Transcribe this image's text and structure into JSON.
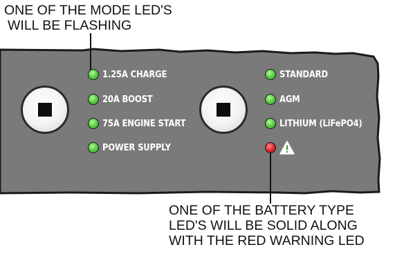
{
  "callouts": {
    "mode": [
      "ONE OF THE MODE LED'S",
      "WILL BE FLASHING"
    ],
    "battery": [
      "ONE OF THE BATTERY TYPE",
      "LED'S WILL BE SOLID ALONG",
      "WITH THE RED WARNING LED"
    ]
  },
  "mode_leds": [
    {
      "label": "1.25A CHARGE",
      "color": "#4cc63c"
    },
    {
      "label": "20A BOOST",
      "color": "#4cc63c"
    },
    {
      "label": "75A ENGINE START",
      "color": "#4cc63c"
    },
    {
      "label": "POWER SUPPLY",
      "color": "#4cc63c"
    }
  ],
  "battery_leds": [
    {
      "label": "STANDARD",
      "color": "#4cc63c"
    },
    {
      "label": "AGM",
      "color": "#4cc63c"
    },
    {
      "label": "LITHIUM (LiFePO4)",
      "color": "#4cc63c"
    }
  ],
  "warning_led": {
    "color": "#e2262e",
    "icon": "warning-triangle-icon"
  },
  "buttons": [
    {
      "name": "mode-button",
      "icon": "square-icon"
    },
    {
      "name": "battery-type-button",
      "icon": "square-icon"
    }
  ],
  "colors": {
    "panel": "#7a7a7a",
    "panel_edge": "#1a1a1a",
    "led_green": "#4cc63c",
    "led_red": "#e2262e"
  }
}
